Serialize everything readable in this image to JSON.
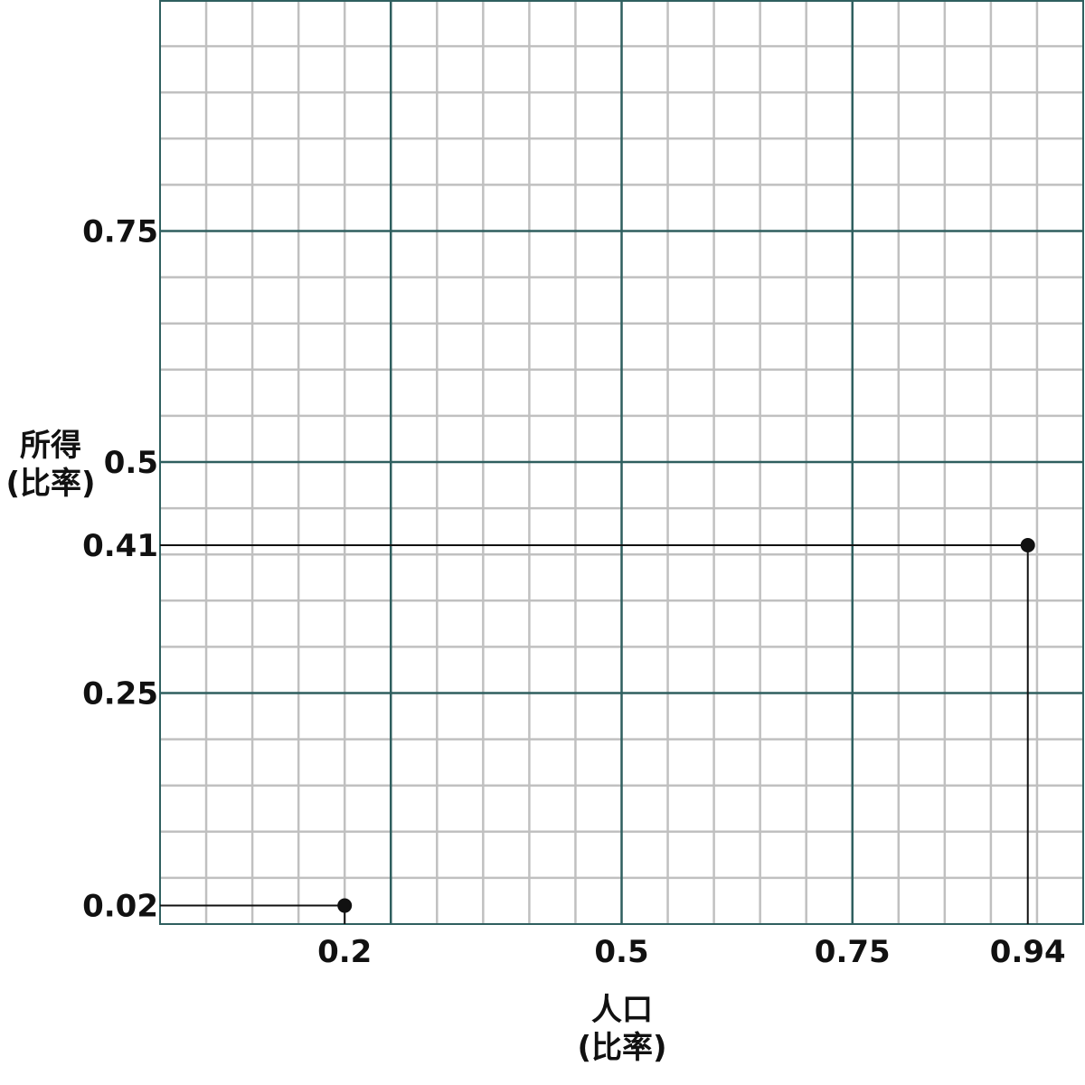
{
  "chart_data": {
    "type": "scatter",
    "title": "",
    "xlabel": "人口",
    "xlabel_sub": "(比率)",
    "ylabel": "所得",
    "ylabel_sub": "(比率)",
    "xlim": [
      0,
      1
    ],
    "ylim": [
      0,
      1
    ],
    "grid": true,
    "minor_step": 0.05,
    "major_step": 0.25,
    "x_ticks": [
      {
        "value": 0.2,
        "label": "0.2"
      },
      {
        "value": 0.5,
        "label": "0.5"
      },
      {
        "value": 0.75,
        "label": "0.75"
      },
      {
        "value": 0.94,
        "label": "0.94"
      }
    ],
    "y_ticks": [
      {
        "value": 0.75,
        "label": "0.75"
      },
      {
        "value": 0.5,
        "label": "0.5"
      },
      {
        "value": 0.41,
        "label": "0.41"
      },
      {
        "value": 0.25,
        "label": "0.25"
      },
      {
        "value": 0.02,
        "label": "0.02"
      }
    ],
    "points": [
      {
        "x": 0.2,
        "y": 0.02
      },
      {
        "x": 0.94,
        "y": 0.41
      }
    ],
    "colors": {
      "minor_grid": "#c0c0c0",
      "major_grid": "#2f5f5f",
      "point": "#111111",
      "guide": "#111111"
    }
  }
}
